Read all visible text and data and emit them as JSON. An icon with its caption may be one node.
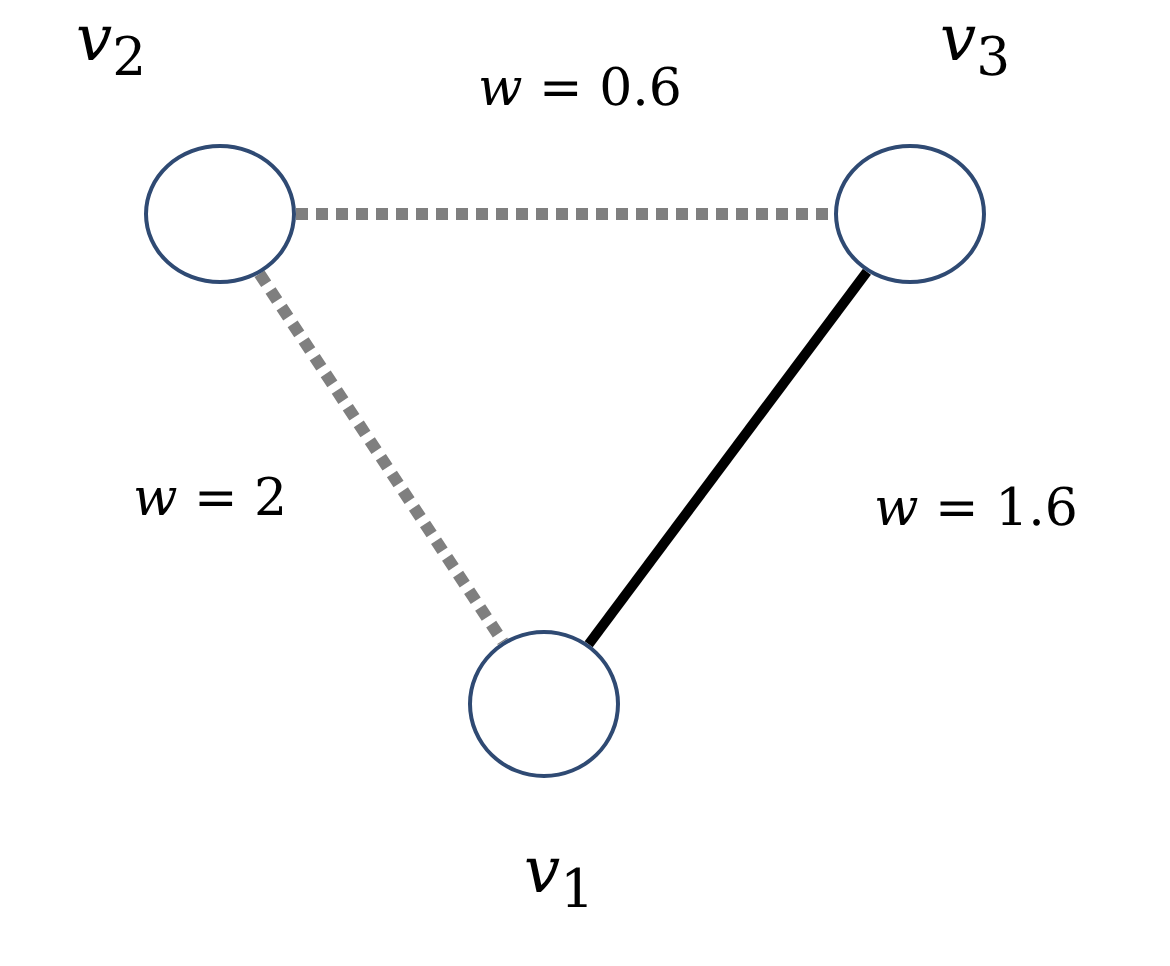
{
  "diagram": {
    "nodes": [
      {
        "text": [],
        "shape": "circle",
        "beside": [
          "*v*$_{2}$"
        ]
      },
      {
        "text": [],
        "shape": "circle",
        "beside": [
          "*v*$_{3}$"
        ]
      },
      {
        "text": [],
        "shape": "circle",
        "beside": [
          "*v*$_{1}$"
        ]
      }
    ],
    "edges": [
      {
        "from": 0,
        "to": 1,
        "arrow": "none",
        "label": "*w* = 0.6",
        "style": "dashed"
      },
      {
        "from": 0,
        "to": 2,
        "arrow": "none",
        "label": "*w* = 2",
        "style": "dashed"
      },
      {
        "from": 1,
        "to": 2,
        "arrow": "none",
        "label": "*w* = 1.6",
        "color": "#000000"
      }
    ]
  }
}
